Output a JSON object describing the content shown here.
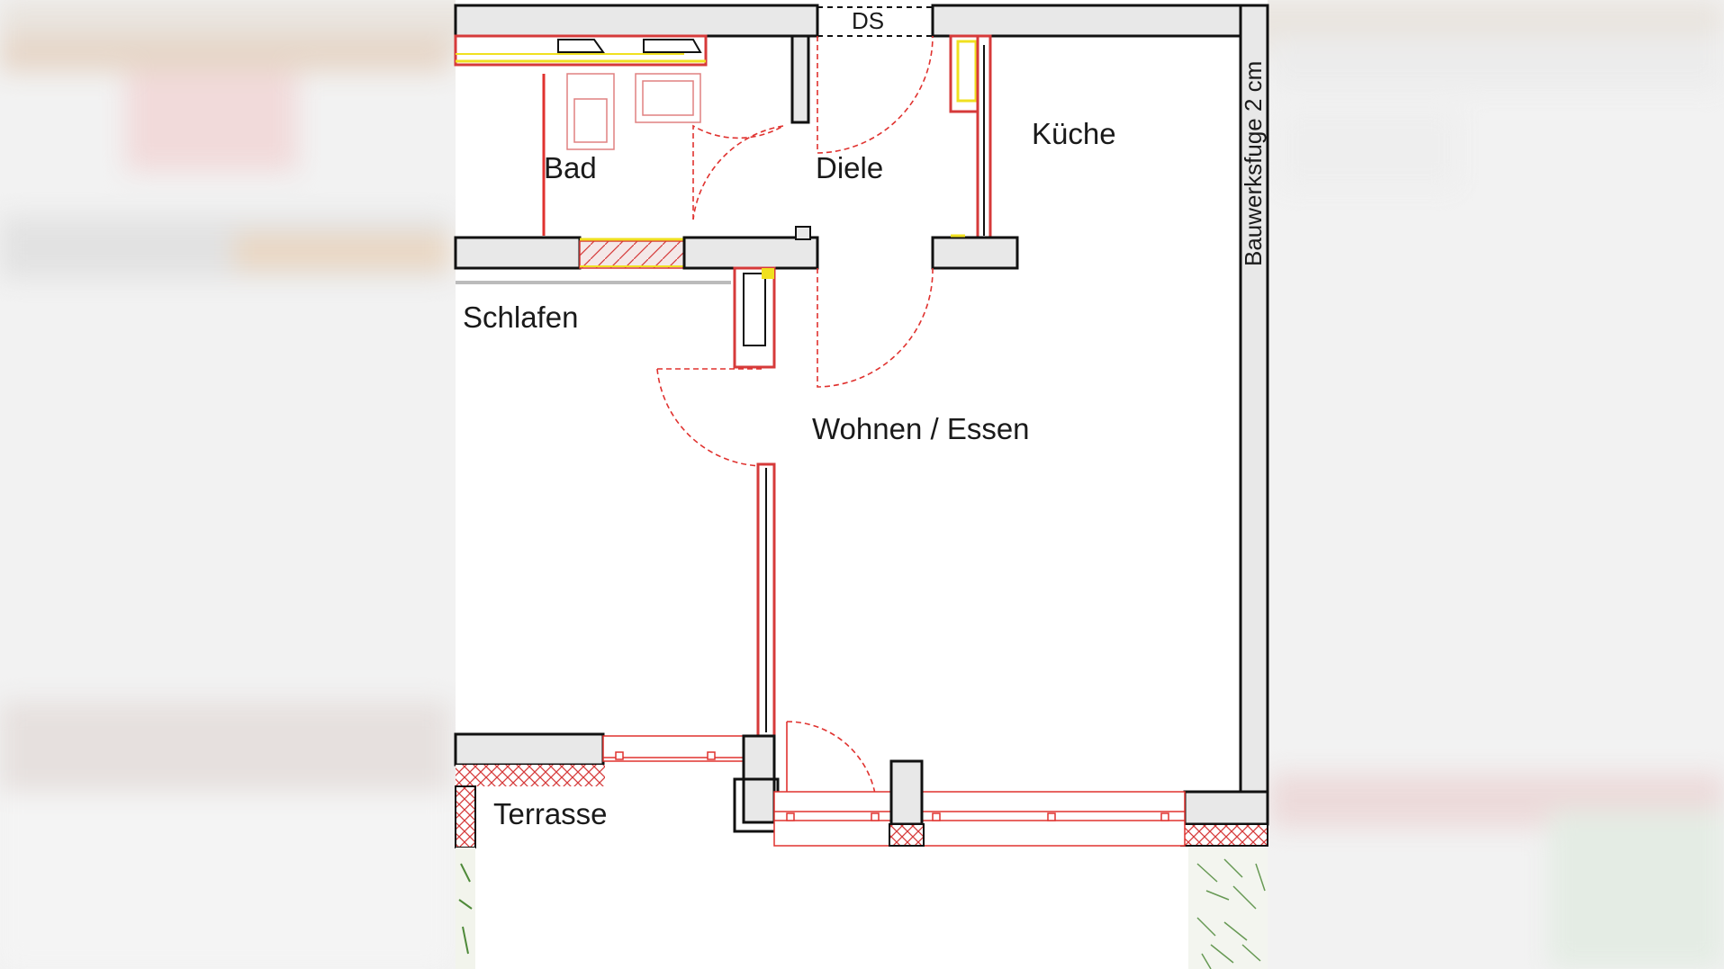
{
  "floorplan": {
    "rooms": {
      "bad": "Bad",
      "diele": "Diele",
      "kueche": "Küche",
      "schlafen": "Schlafen",
      "wohnen_essen": "Wohnen / Essen",
      "terrasse": "Terrasse"
    },
    "annotations": {
      "ds": "DS",
      "bauwerksfuge": "Bauwerksfuge 2 cm"
    }
  },
  "colors": {
    "wall_fill": "#e8e8e8",
    "wall_stroke": "#111111",
    "red_line": "#e0322f",
    "yellow": "#f0e020",
    "hatch": "#d63a3a",
    "greenery": "#4f8a3a"
  }
}
